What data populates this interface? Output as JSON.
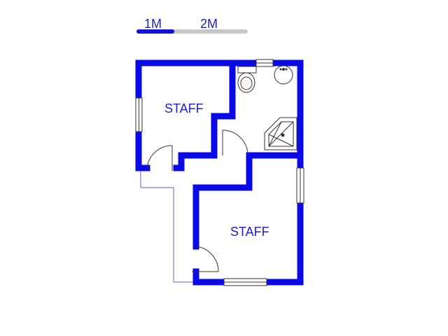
{
  "colors": {
    "wall": "#0a0ae6",
    "label": "#1f1fcf",
    "scale_filled": "#1010d8",
    "scale_empty": "#c8c8c8",
    "fixture": "#333333"
  },
  "scale_bar": {
    "label_1": "1M",
    "label_2": "2M"
  },
  "rooms": [
    {
      "label": "STAFF"
    },
    {
      "label": "STAFF"
    }
  ]
}
